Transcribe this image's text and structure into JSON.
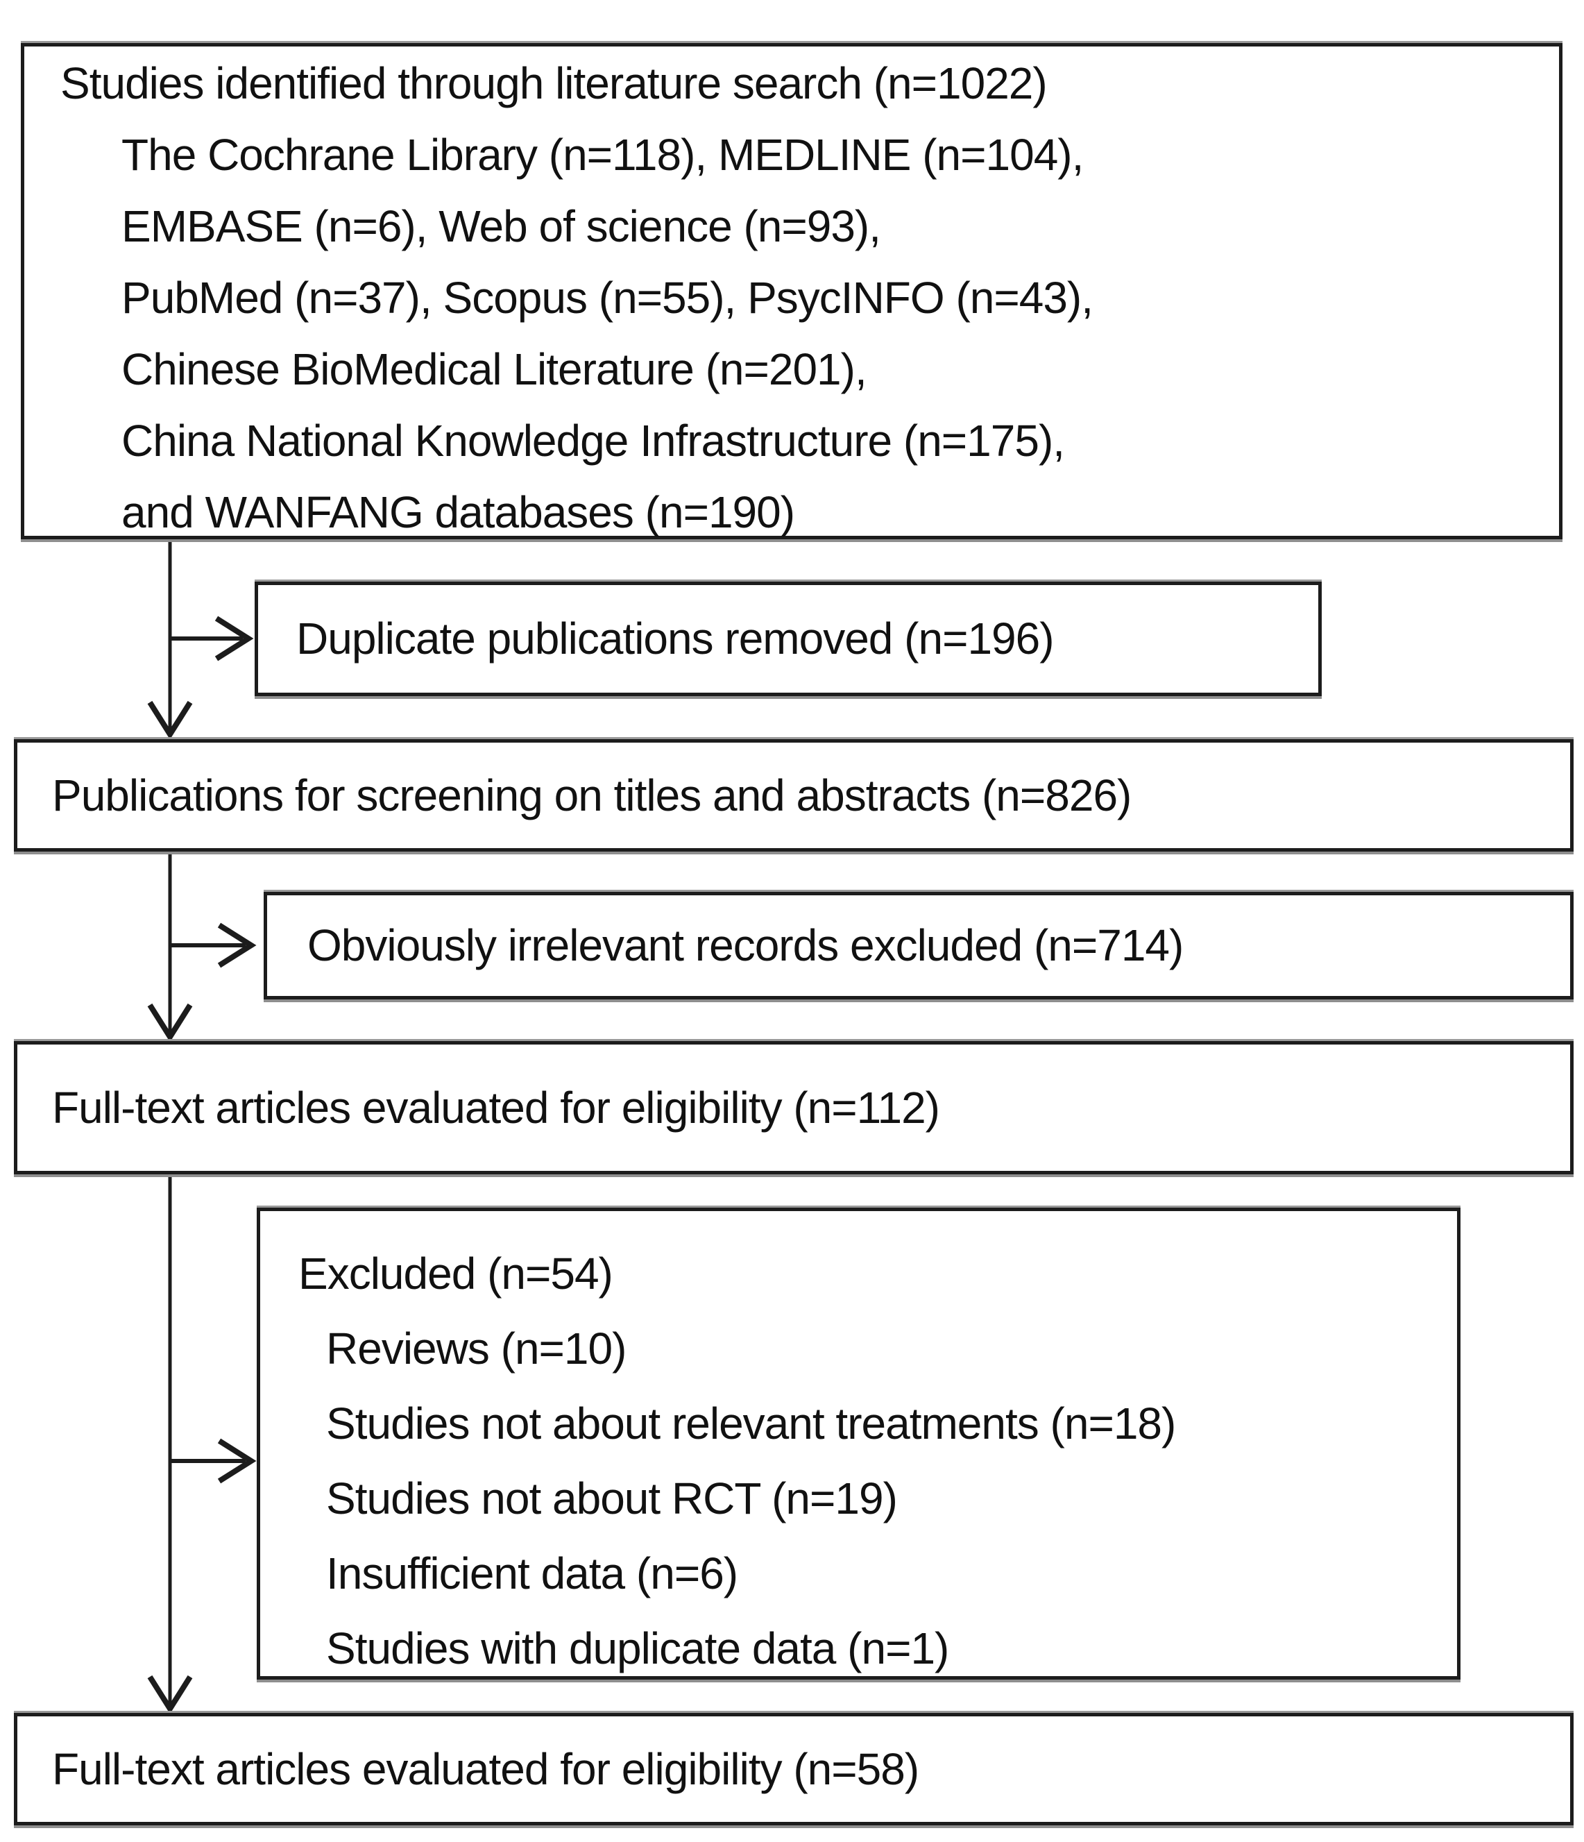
{
  "figure": {
    "type": "prisma-flow-diagram",
    "background_color": "#ffffff",
    "line_color": "#1c1c1c",
    "text_color": "#111111"
  },
  "boxes": {
    "identified": {
      "line1": "Studies identified through literature search (n=1022)",
      "lines": [
        "The Cochrane Library (n=118), MEDLINE (n=104),",
        "EMBASE (n=6), Web of science (n=93),",
        "PubMed (n=37), Scopus (n=55), PsycINFO (n=43),",
        "Chinese BioMedical Literature (n=201),",
        "China National Knowledge Infrastructure (n=175),",
        "and WANFANG databases (n=190)"
      ]
    },
    "duplicates_removed": {
      "label": "Duplicate publications removed (n=196)"
    },
    "screening": {
      "label": "Publications for screening on titles and abstracts (n=826)"
    },
    "irrelevant_excluded": {
      "label": "Obviously irrelevant records excluded (n=714)"
    },
    "fulltext_eligibility": {
      "label": "Full-text articles evaluated for eligibility (n=112)"
    },
    "excluded": {
      "title": "Excluded (n=54)",
      "reasons": [
        "Reviews (n=10)",
        "Studies not about relevant treatments (n=18)",
        "Studies not about RCT (n=19)",
        "Insufficient data (n=6)",
        "Studies with duplicate data (n=1)"
      ]
    },
    "final_eligibility": {
      "label": "Full-text articles evaluated for eligibility (n=58)"
    }
  }
}
